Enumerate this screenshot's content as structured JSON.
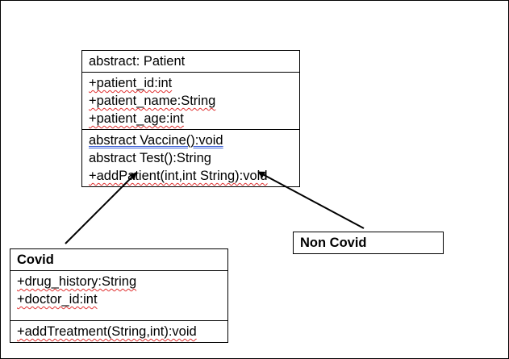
{
  "patient": {
    "name": "abstract: Patient",
    "attributes": [
      "+patient_id:int",
      "+patient_name:String",
      "+patient_age:int"
    ],
    "methods": [
      "abstract Vaccine():void",
      "abstract Test():String",
      "+addPatient(int,int String):void"
    ]
  },
  "covid": {
    "name": "Covid",
    "attributes": [
      "+drug_history:String",
      "+doctor_id:int"
    ],
    "methods": [
      "+addTreatment(String,int):void"
    ]
  },
  "noncovid": {
    "name": "Non Covid"
  }
}
